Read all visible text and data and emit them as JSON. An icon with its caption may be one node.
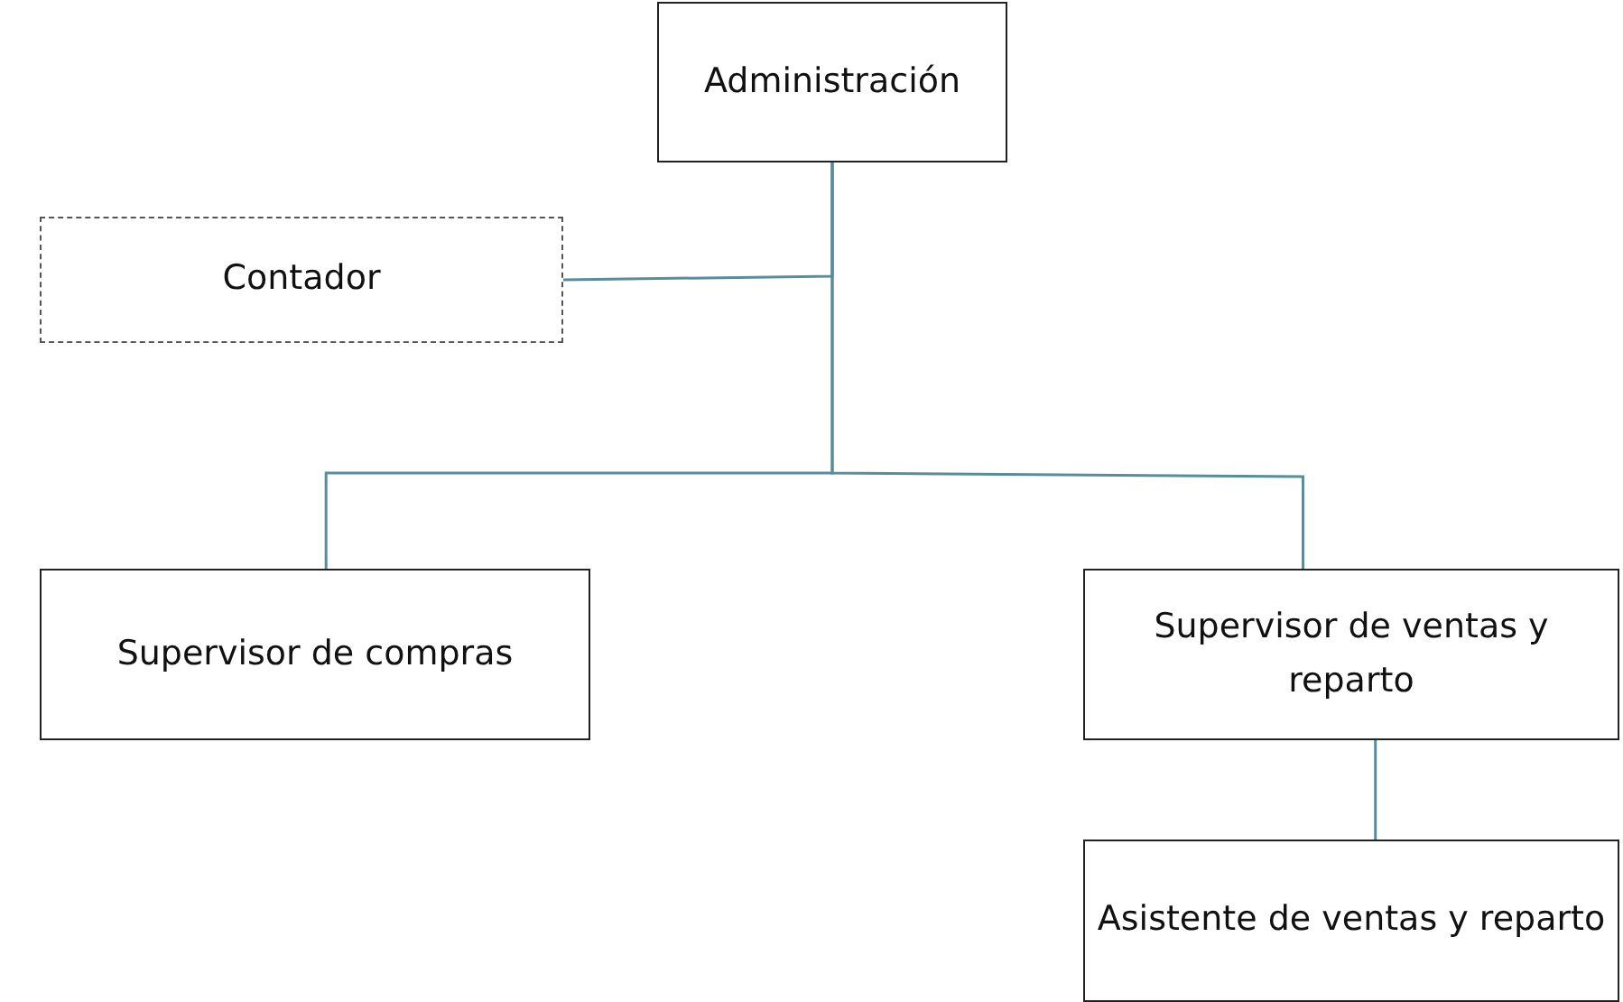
{
  "diagram": {
    "nodes": [
      {
        "text": [
          "Administración"
        ]
      },
      {
        "text": [
          "Contador"
        ]
      },
      {
        "text": [
          "Supervisor de compras"
        ]
      },
      {
        "text": [
          "Supervisor de ventas y reparto"
        ]
      },
      {
        "text": [
          "Asistente de ventas y reparto"
        ]
      }
    ],
    "edges": [
      {
        "from": 0,
        "to": 1,
        "arrow": "none"
      },
      {
        "from": 0,
        "to": 2,
        "arrow": "none"
      },
      {
        "from": 0,
        "to": 3,
        "arrow": "none"
      },
      {
        "from": 3,
        "to": 4,
        "arrow": "none"
      }
    ]
  }
}
